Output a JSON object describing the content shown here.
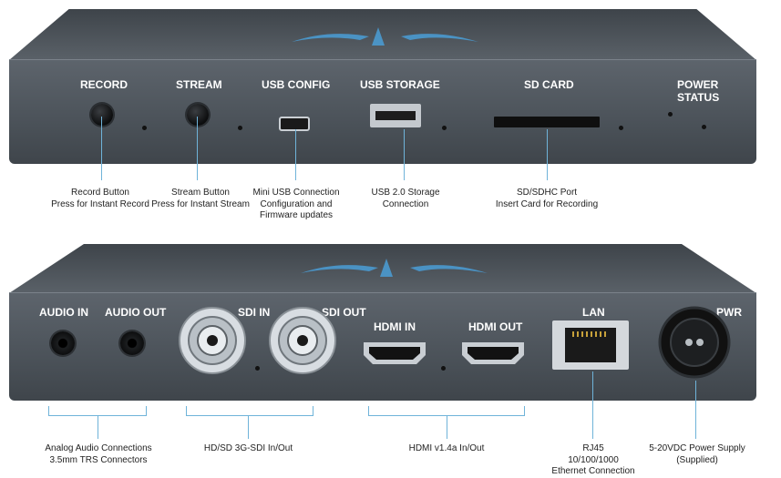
{
  "top_panel": {
    "labels": {
      "record": "RECORD",
      "stream": "STREAM",
      "usb_config": "USB CONFIG",
      "usb_storage": "USB STORAGE",
      "sd_card": "SD CARD",
      "power_status_1": "POWER",
      "power_status_2": "STATUS"
    }
  },
  "top_callouts": {
    "record_title": "Record Button",
    "record_desc": "Press for Instant Record",
    "stream_title": "Stream Button",
    "stream_desc": "Press for Instant Stream",
    "usb_title": "Mini USB Connection",
    "usb_desc1": "Configuration and",
    "usb_desc2": "Firmware updates",
    "storage_title": "USB 2.0 Storage",
    "storage_desc": "Connection",
    "sd_title": "SD/SDHC Port",
    "sd_desc": "Insert Card for Recording"
  },
  "bottom_panel": {
    "labels": {
      "audio_in": "AUDIO IN",
      "audio_out": "AUDIO OUT",
      "sdi_in": "SDI IN",
      "sdi_out": "SDI OUT",
      "hdmi_in": "HDMI IN",
      "hdmi_out": "HDMI OUT",
      "lan": "LAN",
      "pwr": "PWR"
    }
  },
  "bottom_callouts": {
    "audio_title": "Analog Audio Connections",
    "audio_desc": "3.5mm TRS Connectors",
    "sdi_title": "HD/SD 3G-SDI In/Out",
    "hdmi_title": "HDMI v1.4a In/Out",
    "rj45_title": "RJ45",
    "rj45_desc1": "10/100/1000",
    "rj45_desc2": "Ethernet Connection",
    "pwr_title": "5-20VDC Power Supply",
    "pwr_desc": "(Supplied)"
  },
  "colors": {
    "callout_line": "#6fb3d9",
    "panel": "#4f565d",
    "logo_blue": "#4aa3df"
  }
}
